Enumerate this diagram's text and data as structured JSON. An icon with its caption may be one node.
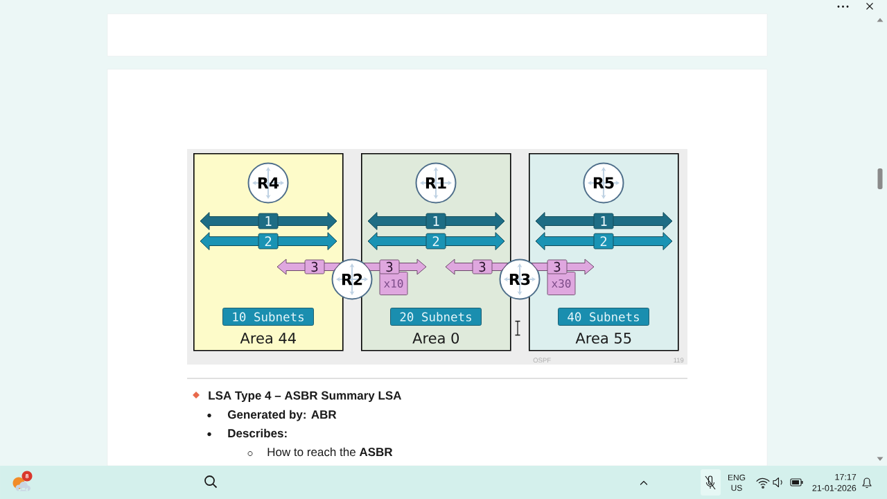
{
  "diagram": {
    "nodes": [
      {
        "text": [
          "Area 44"
        ]
      },
      {
        "text": [
          "R4"
        ],
        "in": 0
      },
      {
        "text": [
          "1"
        ],
        "in": 0
      },
      {
        "text": [
          "2"
        ],
        "in": 0
      },
      {
        "text": [
          "10 Subnets"
        ],
        "in": 0
      },
      {
        "text": [
          "Area 0"
        ]
      },
      {
        "text": [
          "R1"
        ],
        "in": 5
      },
      {
        "text": [
          "1"
        ],
        "in": 5
      },
      {
        "text": [
          "2"
        ],
        "in": 5
      },
      {
        "text": [
          "x10"
        ],
        "in": 5
      },
      {
        "text": [
          "20 Subnets"
        ],
        "in": 5
      },
      {
        "text": [
          "Area 55"
        ]
      },
      {
        "text": [
          "R5"
        ],
        "in": 11
      },
      {
        "text": [
          "1"
        ],
        "in": 11
      },
      {
        "text": [
          "2"
        ],
        "in": 11
      },
      {
        "text": [
          "x30"
        ],
        "in": 11
      },
      {
        "text": [
          "40 Subnets"
        ],
        "in": 11
      },
      {
        "text": [
          "R2"
        ]
      },
      {
        "text": [
          "R3"
        ]
      }
    ],
    "edges": [
      {
        "from": 17,
        "to": null,
        "arrow": "to",
        "label": "3"
      },
      {
        "from": 17,
        "to": null,
        "arrow": "to",
        "label": "3"
      },
      {
        "from": 18,
        "to": null,
        "arrow": "to",
        "label": "3"
      },
      {
        "from": 18,
        "to": null,
        "arrow": "to",
        "label": "3"
      }
    ],
    "labels": [
      "OSPF",
      "119",
      "LSA Type 4 – ASBR Summary LSA",
      "Generated by: ABR",
      "Describes:",
      "How to reach the **ASBR**",
      "8",
      "ENG US",
      "17:17",
      "21-01-2026"
    ]
  }
}
